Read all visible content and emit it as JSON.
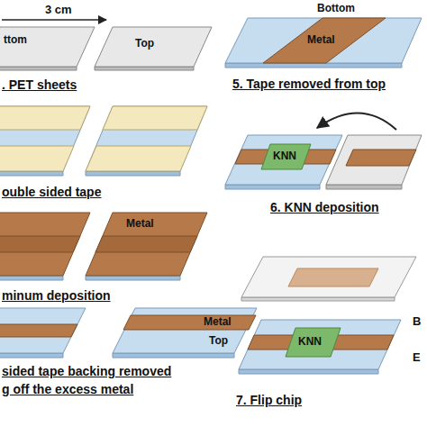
{
  "diagram": {
    "labels": [
      "3 cm",
      "ttom",
      "Top",
      ". PET sheets",
      "ouble sided tape",
      "Metal",
      "minum deposition",
      "Metal",
      "Top",
      "sided tape backing removed",
      "g off the excess metal",
      "Bottom",
      "Metal",
      "5. Tape removed from top",
      "KNN",
      "6. KNN deposition",
      "KNN",
      "7. Flip chip",
      "B",
      "E"
    ]
  }
}
